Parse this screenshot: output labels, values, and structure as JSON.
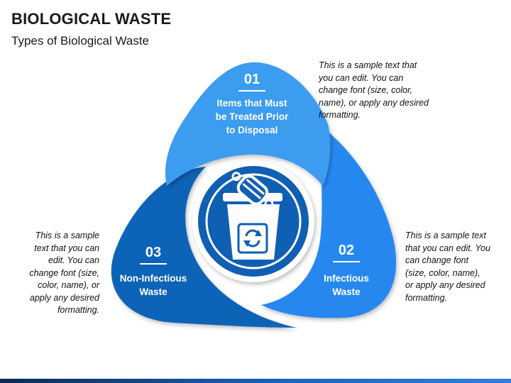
{
  "header": {
    "title": "BIOLOGICAL WASTE",
    "subtitle": "Types of Biological Waste"
  },
  "segments": [
    {
      "number": "01",
      "label_lines": [
        "Items that Must",
        "be Treated Prior",
        "to Disposal"
      ],
      "color": "#3b9cf0"
    },
    {
      "number": "02",
      "label_lines": [
        "Infectious",
        "Waste"
      ],
      "color": "#2788ee"
    },
    {
      "number": "03",
      "label_lines": [
        "Non-Infectious",
        "Waste"
      ],
      "color": "#0d63b8"
    }
  ],
  "center": {
    "icon": "recycle-bin-icon",
    "ring_color": "#0d4f9a",
    "disc_color": "#0f5fb3"
  },
  "notes": {
    "top_right": "This is a sample text that you can edit. You can change font (size, color, name), or apply any desired formatting.",
    "bottom_right": "This is a sample text that you can edit. You can change font (size, color, name), or apply any desired formatting.",
    "bottom_left": "This is a sample text that you can edit. You can change font (size, color, name), or apply any desired formatting."
  }
}
